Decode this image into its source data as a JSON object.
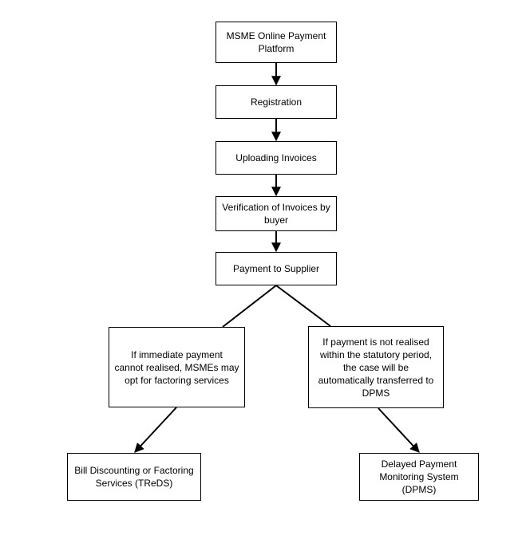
{
  "nodes": {
    "platform": "MSME Online Payment\nPlatform",
    "registration": "Registration",
    "uploading": "Uploading Invoices",
    "verification": "Verification of Invoices by\nbuyer",
    "payment": "Payment to Supplier",
    "immediate": "If immediate payment\ncannot realised, MSMEs may\nopt for factoring services",
    "not_realised": "If payment is not realised\nwithin the statutory period,\nthe case will be\nautomatically transferred to\nDPMS",
    "bill_discounting": "Bill Discounting or Factoring\nServices (TReDS)",
    "dpms": "Delayed Payment\nMonitoring System\n(DPMS)"
  }
}
